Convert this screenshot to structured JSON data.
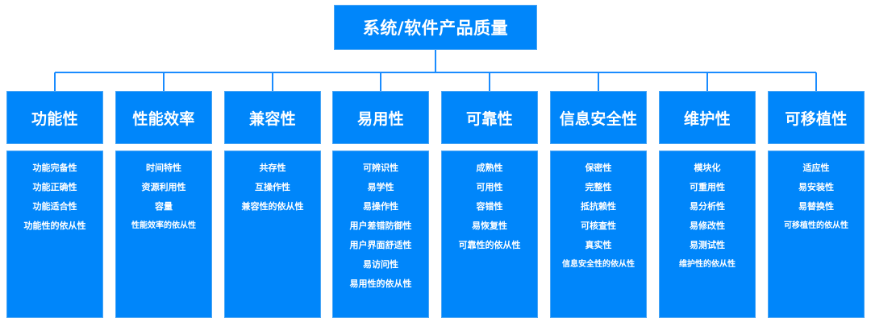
{
  "diagram": {
    "root": {
      "title": "系统/软件产品质量"
    },
    "colors": {
      "node_fill": "#0086FA",
      "node_border": "#4BA6F5",
      "connector": "#1A8CFF",
      "text": "#FFFFFF",
      "background": "#FFFFFF"
    },
    "categories": [
      {
        "id": "functionality",
        "label": "功能性",
        "items": [
          "功能完备性",
          "功能正确性",
          "功能适合性",
          "功能性的依从性"
        ]
      },
      {
        "id": "performance-efficiency",
        "label": "性能效率",
        "items": [
          "时间特性",
          "资源利用性",
          "容量",
          "性能效率的依从性"
        ]
      },
      {
        "id": "compatibility",
        "label": "兼容性",
        "items": [
          "共存性",
          "互操作性",
          "兼容性的依从性"
        ]
      },
      {
        "id": "usability",
        "label": "易用性",
        "items": [
          "可辨识性",
          "易学性",
          "易操作性",
          "用户差错防御性",
          "用户界面舒适性",
          "易访问性",
          "易用性的依从性"
        ]
      },
      {
        "id": "reliability",
        "label": "可靠性",
        "items": [
          "成熟性",
          "可用性",
          "容错性",
          "易恢复性",
          "可靠性的依从性"
        ]
      },
      {
        "id": "security",
        "label": "信息安全性",
        "items": [
          "保密性",
          "完整性",
          "抵抗赖性",
          "可核查性",
          "真实性",
          "信息安全性的依从性"
        ]
      },
      {
        "id": "maintainability",
        "label": "维护性",
        "items": [
          "模块化",
          "可重用性",
          "易分析性",
          "易修改性",
          "易测试性",
          "维护性的依从性"
        ]
      },
      {
        "id": "portability",
        "label": "可移植性",
        "items": [
          "适应性",
          "易安装性",
          "易替换性",
          "可移植性的依从性"
        ]
      }
    ]
  }
}
